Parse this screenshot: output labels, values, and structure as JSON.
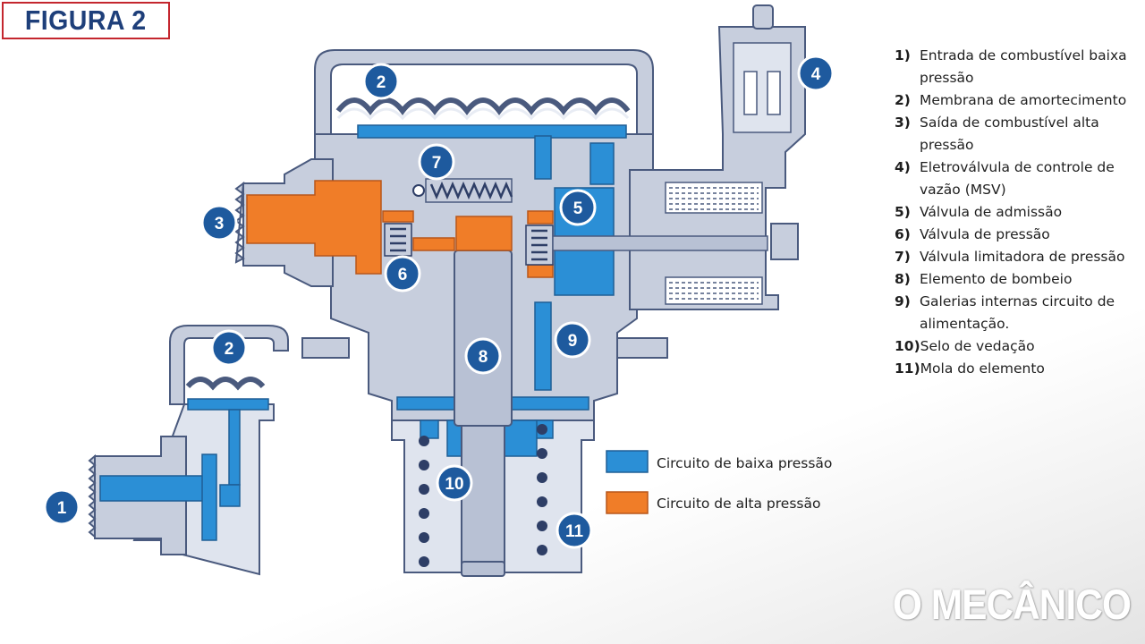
{
  "figure": {
    "title": "FIGURA 2"
  },
  "colors": {
    "low_pressure": "#2b8fd6",
    "high_pressure": "#f07d28",
    "metal": "#c7cedd",
    "outline": "#4a5a7e",
    "callout": "#1e5a9e",
    "title": "#1e3f7a",
    "frame": "#c4262e"
  },
  "callouts": [
    "1",
    "2",
    "3",
    "4",
    "5",
    "6",
    "7",
    "8",
    "9",
    "10",
    "11"
  ],
  "legend": [
    {
      "label": "Circuito de baixa pressão",
      "color": "#2b8fd6"
    },
    {
      "label": "Circuito de alta pressão",
      "color": "#f07d28"
    }
  ],
  "parts": [
    {
      "num": "1)",
      "text": "Entrada de combustível baixa pressão"
    },
    {
      "num": "2)",
      "text": "Membrana de amortecimento"
    },
    {
      "num": "3)",
      "text": "Saída de combustível alta pressão"
    },
    {
      "num": "4)",
      "text": "Eletroválvula de controle de vazão (MSV)"
    },
    {
      "num": "5)",
      "text": "Válvula de admissão"
    },
    {
      "num": "6)",
      "text": "Válvula de pressão"
    },
    {
      "num": "7)",
      "text": "Válvula limitadora de pressão"
    },
    {
      "num": "8)",
      "text": "Elemento de bombeio"
    },
    {
      "num": "9)",
      "text": "Galerias internas circuito de alimentação."
    },
    {
      "num": "10)",
      "text": "Selo de vedação"
    },
    {
      "num": "11)",
      "text": "Mola do elemento"
    }
  ],
  "watermark": "O MECÂNICO"
}
